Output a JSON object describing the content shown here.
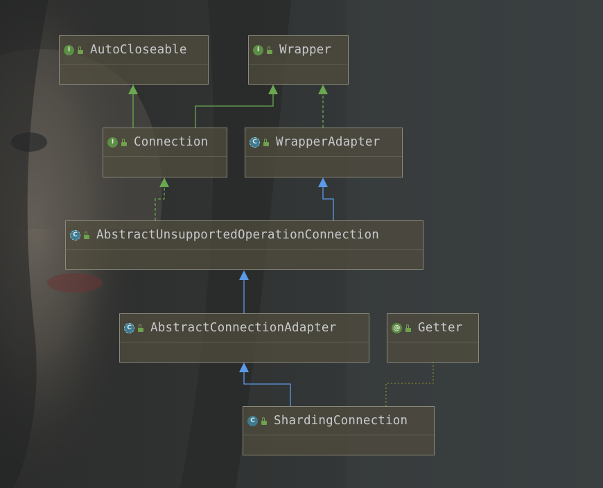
{
  "nodes": {
    "auto_closeable": {
      "name": "AutoCloseable",
      "kind": "interface",
      "badge": "I"
    },
    "wrapper": {
      "name": "Wrapper",
      "kind": "interface",
      "badge": "I"
    },
    "connection": {
      "name": "Connection",
      "kind": "interface",
      "badge": "I"
    },
    "wrapper_adapter": {
      "name": "WrapperAdapter",
      "kind": "abstract class",
      "badge": "C"
    },
    "abstract_unsupported": {
      "name": "AbstractUnsupportedOperationConnection",
      "kind": "abstract class",
      "badge": "C"
    },
    "abstract_connection_adapter": {
      "name": "AbstractConnectionAdapter",
      "kind": "abstract class",
      "badge": "C"
    },
    "getter": {
      "name": "Getter",
      "kind": "annotation",
      "badge": "@"
    },
    "sharding_connection": {
      "name": "ShardingConnection",
      "kind": "class",
      "badge": "C"
    }
  },
  "edges": [
    {
      "from": "Connection",
      "to": "AutoCloseable",
      "type": "extends"
    },
    {
      "from": "Connection",
      "to": "Wrapper",
      "type": "extends"
    },
    {
      "from": "WrapperAdapter",
      "to": "Wrapper",
      "type": "implements"
    },
    {
      "from": "AbstractUnsupportedOperationConnection",
      "to": "Connection",
      "type": "implements"
    },
    {
      "from": "AbstractUnsupportedOperationConnection",
      "to": "WrapperAdapter",
      "type": "extends"
    },
    {
      "from": "AbstractConnectionAdapter",
      "to": "AbstractUnsupportedOperationConnection",
      "type": "extends"
    },
    {
      "from": "ShardingConnection",
      "to": "AbstractConnectionAdapter",
      "type": "extends"
    },
    {
      "from": "ShardingConnection",
      "to": "Getter",
      "type": "annotated-with"
    }
  ],
  "colors": {
    "interface_edge": "#6aa84f",
    "class_edge": "#5b9ae6",
    "annotation_edge": "#9a9a2a"
  }
}
